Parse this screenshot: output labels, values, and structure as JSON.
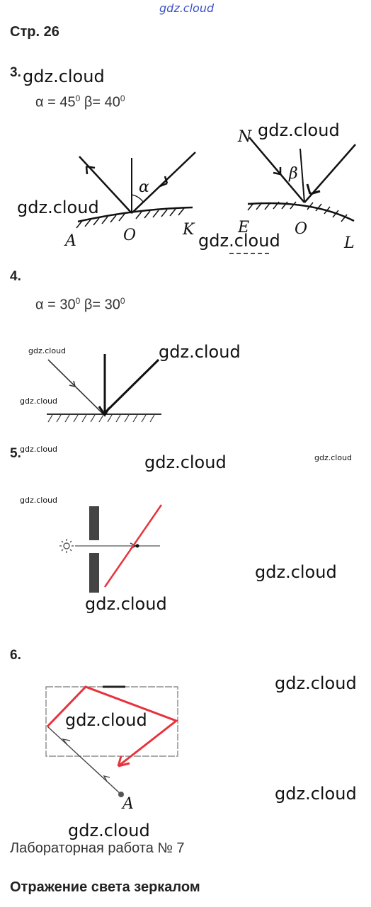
{
  "header": {
    "watermark_top": "gdz.cloud",
    "page_title": "Стр. 26"
  },
  "task3": {
    "number": "3.",
    "formula": {
      "alpha_label": "α = 45",
      "alpha_exp": "0",
      "beta_label": " β= 40",
      "beta_exp": "0"
    },
    "figure_left": {
      "alpha": "α",
      "label_a": "A",
      "label_o": "O",
      "label_k": "K"
    },
    "figure_right": {
      "beta": "β",
      "label_n": "N",
      "label_e": "E",
      "label_o": "O",
      "label_l": "L"
    }
  },
  "task4": {
    "number": "4.",
    "formula": {
      "alpha_label": "α = 30",
      "alpha_exp": "0",
      "beta_label": " β= 30",
      "beta_exp": "0"
    }
  },
  "task5": {
    "number": "5."
  },
  "task6": {
    "number": "6.",
    "figure": {
      "label_a": "A"
    }
  },
  "lab": {
    "title": "Лабораторная работа № 7",
    "subtitle": "Отражение света зеркалом"
  },
  "watermarks": [
    "gdz.cloud",
    "gdz.cloud",
    "gdz.cloud",
    "gdz.cloud",
    "gdz.cloud",
    "gdz.cloud",
    "gdz.cloud",
    "gdz.cloud",
    "gdz.cloud",
    "gdz.cloud",
    "gdz.cloud",
    "gdz.cloud",
    "gdz.cloud",
    "gdz.cloud",
    "gdz.cloud",
    "gdz.cloud",
    "gdz.cloud"
  ],
  "colors": {
    "ray_red": "#e8323c",
    "ink": "#111111",
    "barrier": "#444444"
  }
}
